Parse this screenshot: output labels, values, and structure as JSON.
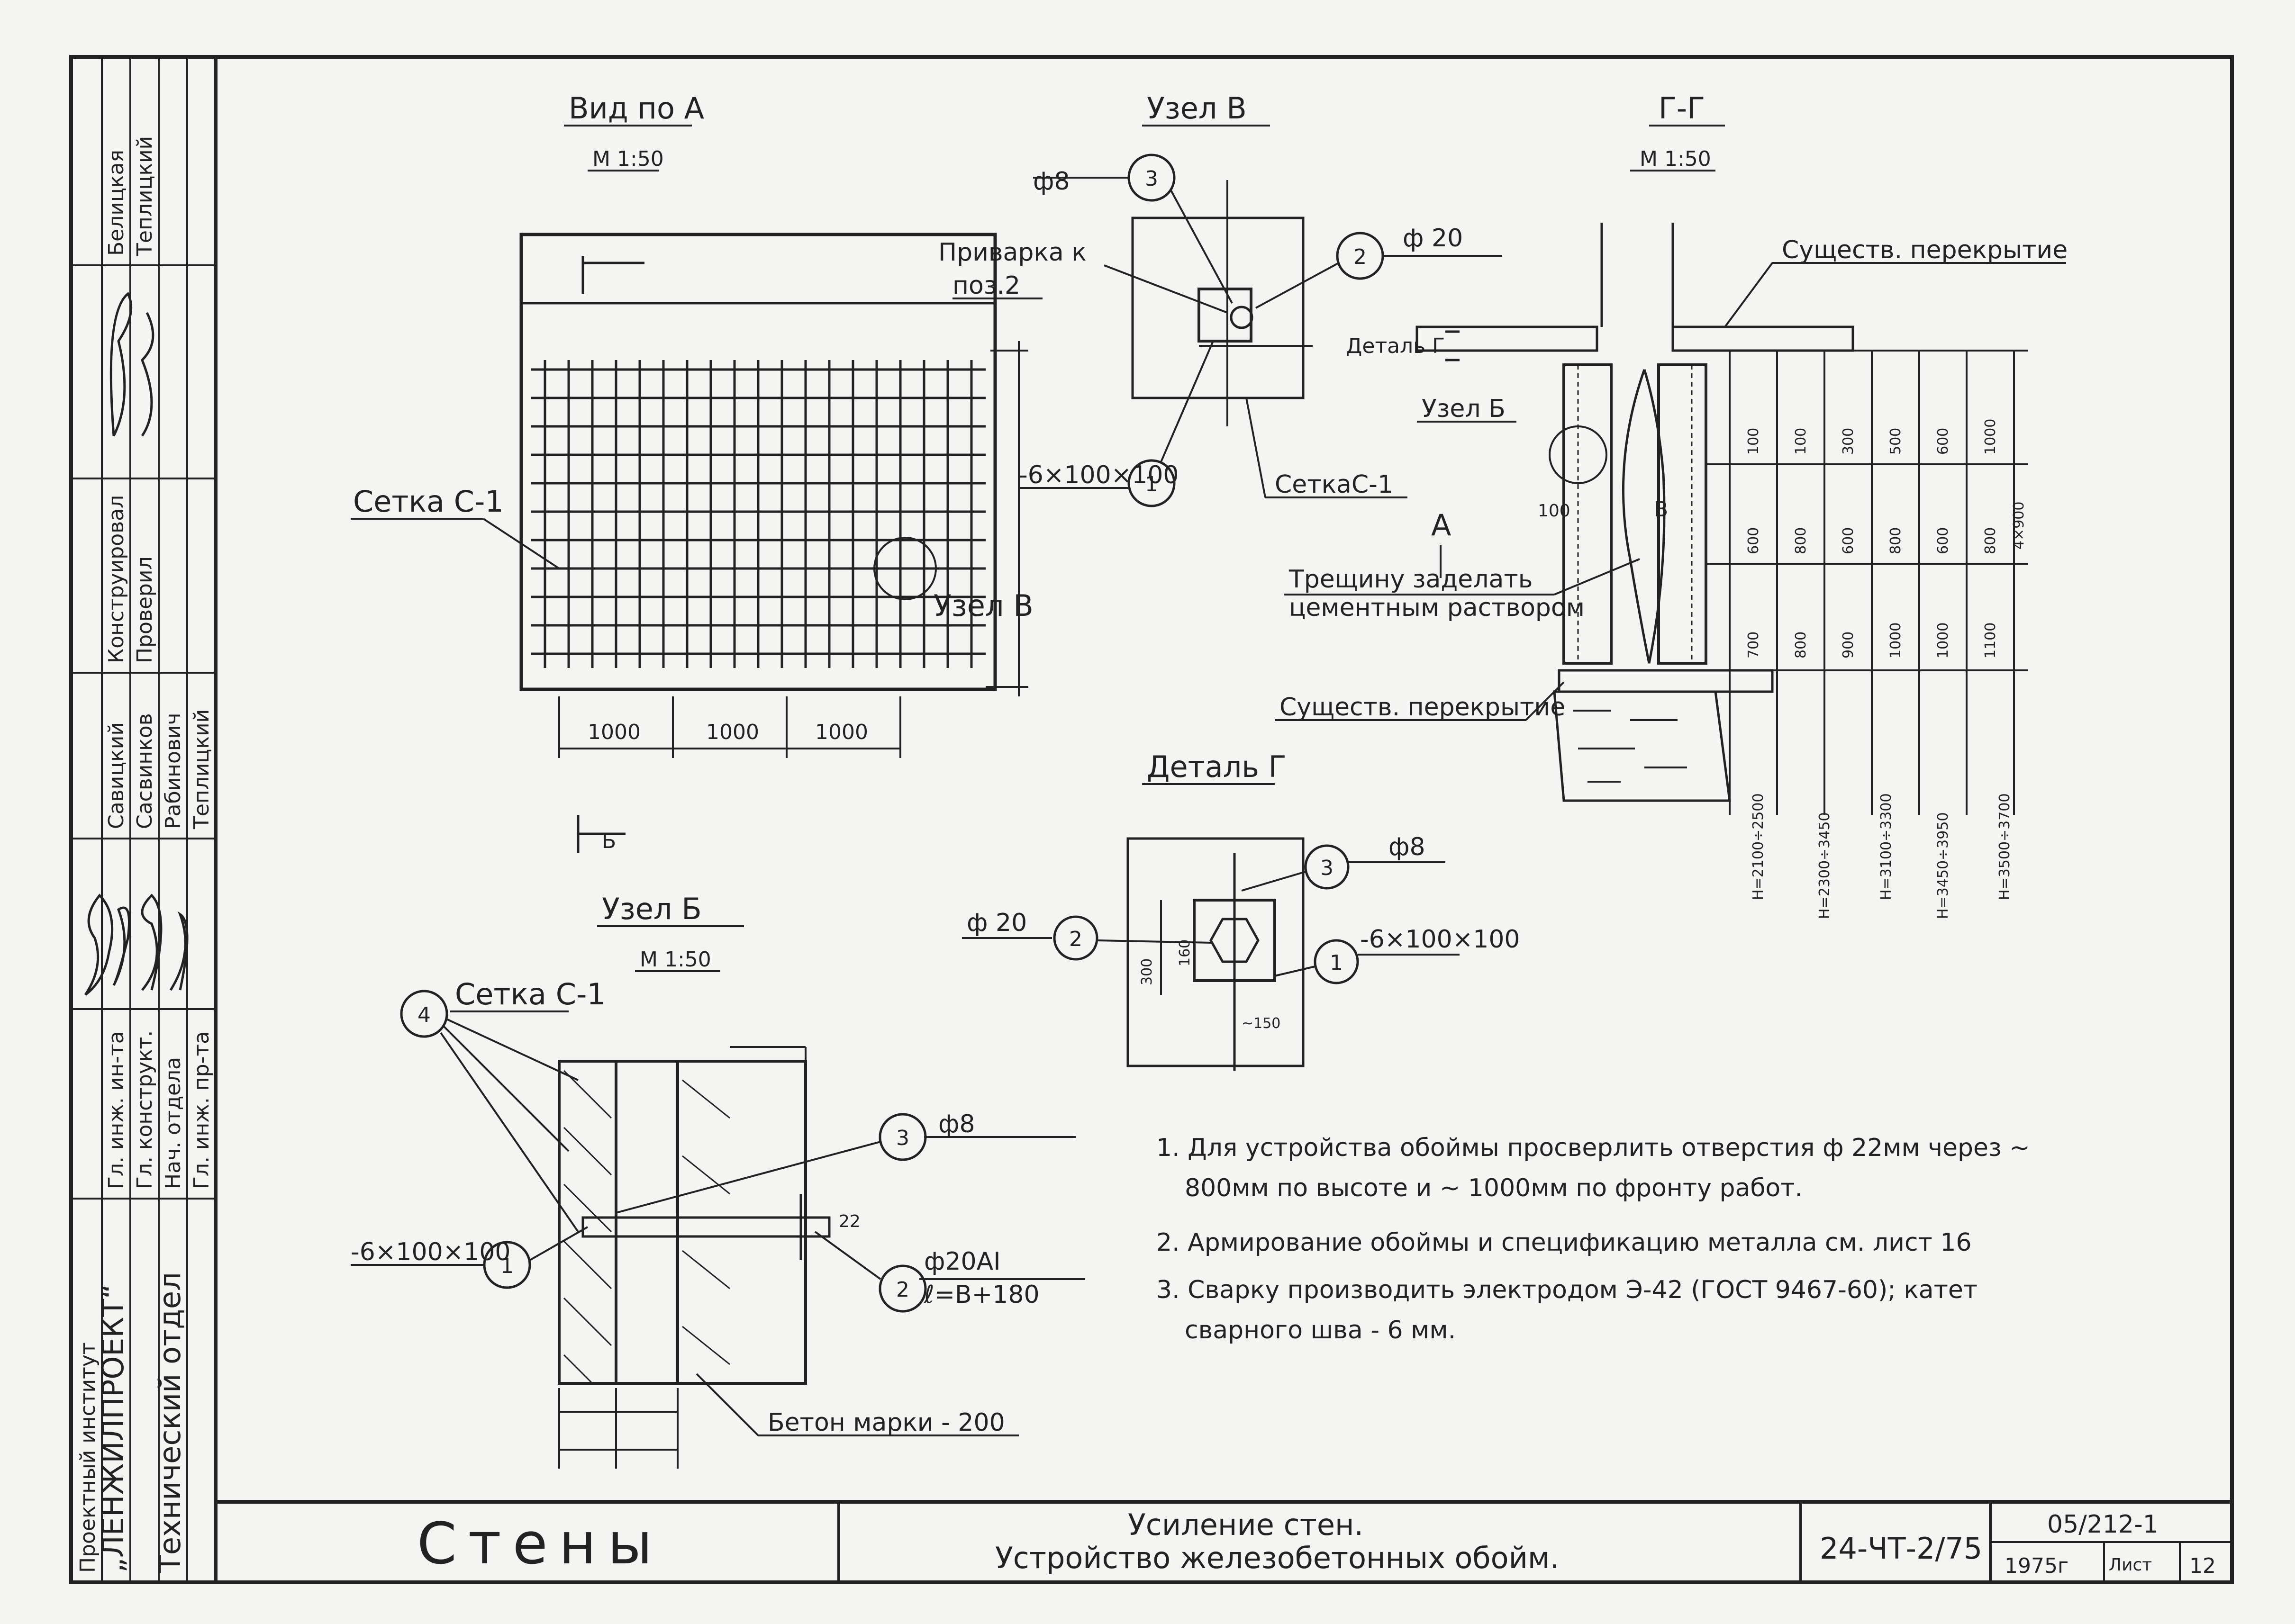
{
  "stamp": {
    "institute_line1": "Проектный институт",
    "institute_line2": "„ЛЕНЖИЛПРОЕКТ“",
    "department": "Технический отдел",
    "rows": [
      {
        "role": "Гл. инж. ин-та",
        "name": "Савицкий"
      },
      {
        "role": "Гл. конструкт.",
        "name": "Сасвинков"
      },
      {
        "role": "Нач. отдела",
        "name": "Рабинович"
      },
      {
        "role": "Гл. инж. пр-та",
        "name": "Теплицкий"
      },
      {
        "role": "Конструировал",
        "name": "Белицкая"
      },
      {
        "role": "Проверил",
        "name": "Теплицкий"
      }
    ]
  },
  "views": {
    "view_a_title": "Вид по А",
    "view_a_scale": "М 1:50",
    "section_title": "Г-Г",
    "section_scale": "М 1:50",
    "node_v_title": "Узел В",
    "node_b_title": "Узел Б",
    "node_b_scale": "М 1:50",
    "detail_g_title": "Деталь Г",
    "section_marker": "Б"
  },
  "labels": {
    "setka_c1": "Сетка С-1",
    "setka_c1_b": "Сетка С-1",
    "setka_c1_v": "СеткаС-1",
    "uzel_v": "Узел В",
    "uzel_b": "Узел Б",
    "privarka": "Приварка к",
    "privarka2": "поз.2",
    "detal_g": "Деталь Г",
    "phi8": "ф8",
    "phi20": "ф 20",
    "plate": "-6×100×100",
    "suschestv_top": "Существ. перекрытие",
    "suschestv_bot": "Существ. перекрытие",
    "crack_1": "Трещину заделать",
    "crack_2": "цементным раствором",
    "mark_a": "А",
    "mark_b": "В",
    "dim_100": "100",
    "beton": "Бетон марки - 200",
    "phi20_a1": "ф20АI",
    "l_b180": "ℓ=В+180",
    "dim_300": "300",
    "dim_160": "160",
    "dim_150": "~150",
    "dim_22": "22",
    "det_phi8": "ф8",
    "det_phi20": "ф 20"
  },
  "dims": {
    "grid_bottom": [
      "1000",
      "1000",
      "1000"
    ],
    "heights": [
      [
        "100",
        "600",
        "700"
      ],
      [
        "100",
        "800",
        "800"
      ],
      [
        "300",
        "600",
        "900"
      ],
      [
        "500",
        "800",
        "1000"
      ],
      [
        "600",
        "600",
        "1000"
      ],
      [
        "1000",
        "800",
        "1100"
      ],
      [
        "4×900"
      ]
    ],
    "h_values": [
      "Н=2100÷2500",
      "Н=2300÷3450",
      "Н=3100÷3300",
      "Н=3450÷3950",
      "Н=3500÷3700"
    ]
  },
  "callouts": [
    "1",
    "2",
    "3",
    "4"
  ],
  "notes": [
    "1. Для устройства обоймы просверлить отверстия ф 22мм через ~ 800мм по высоте и ~ 1000мм по фронту работ.",
    "2. Армирование обоймы и спецификацию металла см. лист 16",
    "3. Сварку производить электродом Э-42 (ГОСТ 9467-60); катет сварного шва - 6 мм."
  ],
  "title_block": {
    "section": "Стены",
    "title_line1": "Усиление стен.",
    "title_line2": "Устройство железобетонных обойм.",
    "code": "24-ЧТ-2/75",
    "sheet_code": "05/212-1",
    "year": "1975г",
    "sheet_label": "Лист",
    "sheet_num": "12"
  }
}
